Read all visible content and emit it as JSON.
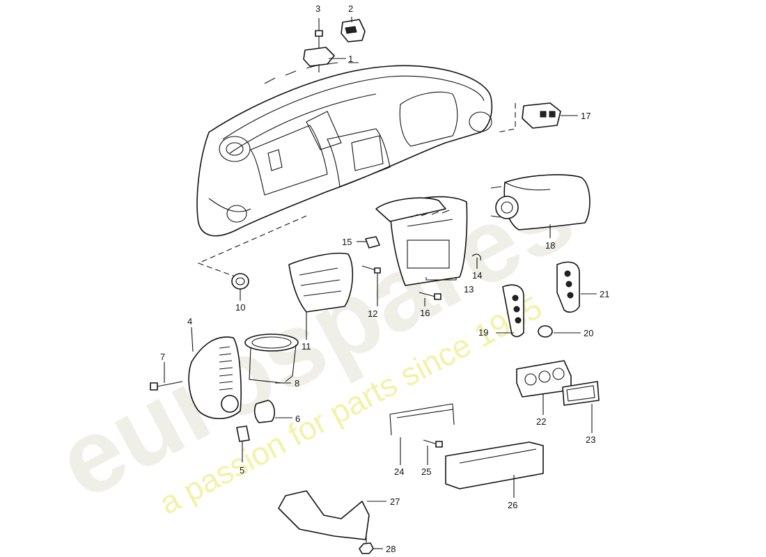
{
  "watermark": {
    "brand": "eurospares",
    "tagline": "a passion for parts since 1985"
  },
  "colors": {
    "line": "#111111",
    "watermark": "#ecebe2",
    "tagline": "#f3ef9a"
  },
  "callouts": [
    {
      "id": "1",
      "label": "1"
    },
    {
      "id": "2",
      "label": "2"
    },
    {
      "id": "3",
      "label": "3"
    },
    {
      "id": "4",
      "label": "4"
    },
    {
      "id": "5",
      "label": "5"
    },
    {
      "id": "6",
      "label": "6"
    },
    {
      "id": "7",
      "label": "7"
    },
    {
      "id": "8",
      "label": "8"
    },
    {
      "id": "10",
      "label": "10"
    },
    {
      "id": "11",
      "label": "11"
    },
    {
      "id": "12",
      "label": "12"
    },
    {
      "id": "13",
      "label": "13"
    },
    {
      "id": "14",
      "label": "14"
    },
    {
      "id": "15",
      "label": "15"
    },
    {
      "id": "16",
      "label": "16"
    },
    {
      "id": "17",
      "label": "17"
    },
    {
      "id": "18",
      "label": "18"
    },
    {
      "id": "19",
      "label": "19"
    },
    {
      "id": "20",
      "label": "20"
    },
    {
      "id": "21",
      "label": "21"
    },
    {
      "id": "22",
      "label": "22"
    },
    {
      "id": "23",
      "label": "23"
    },
    {
      "id": "24",
      "label": "24"
    },
    {
      "id": "25",
      "label": "25"
    },
    {
      "id": "26",
      "label": "26"
    },
    {
      "id": "27",
      "label": "27"
    },
    {
      "id": "28",
      "label": "28"
    }
  ]
}
